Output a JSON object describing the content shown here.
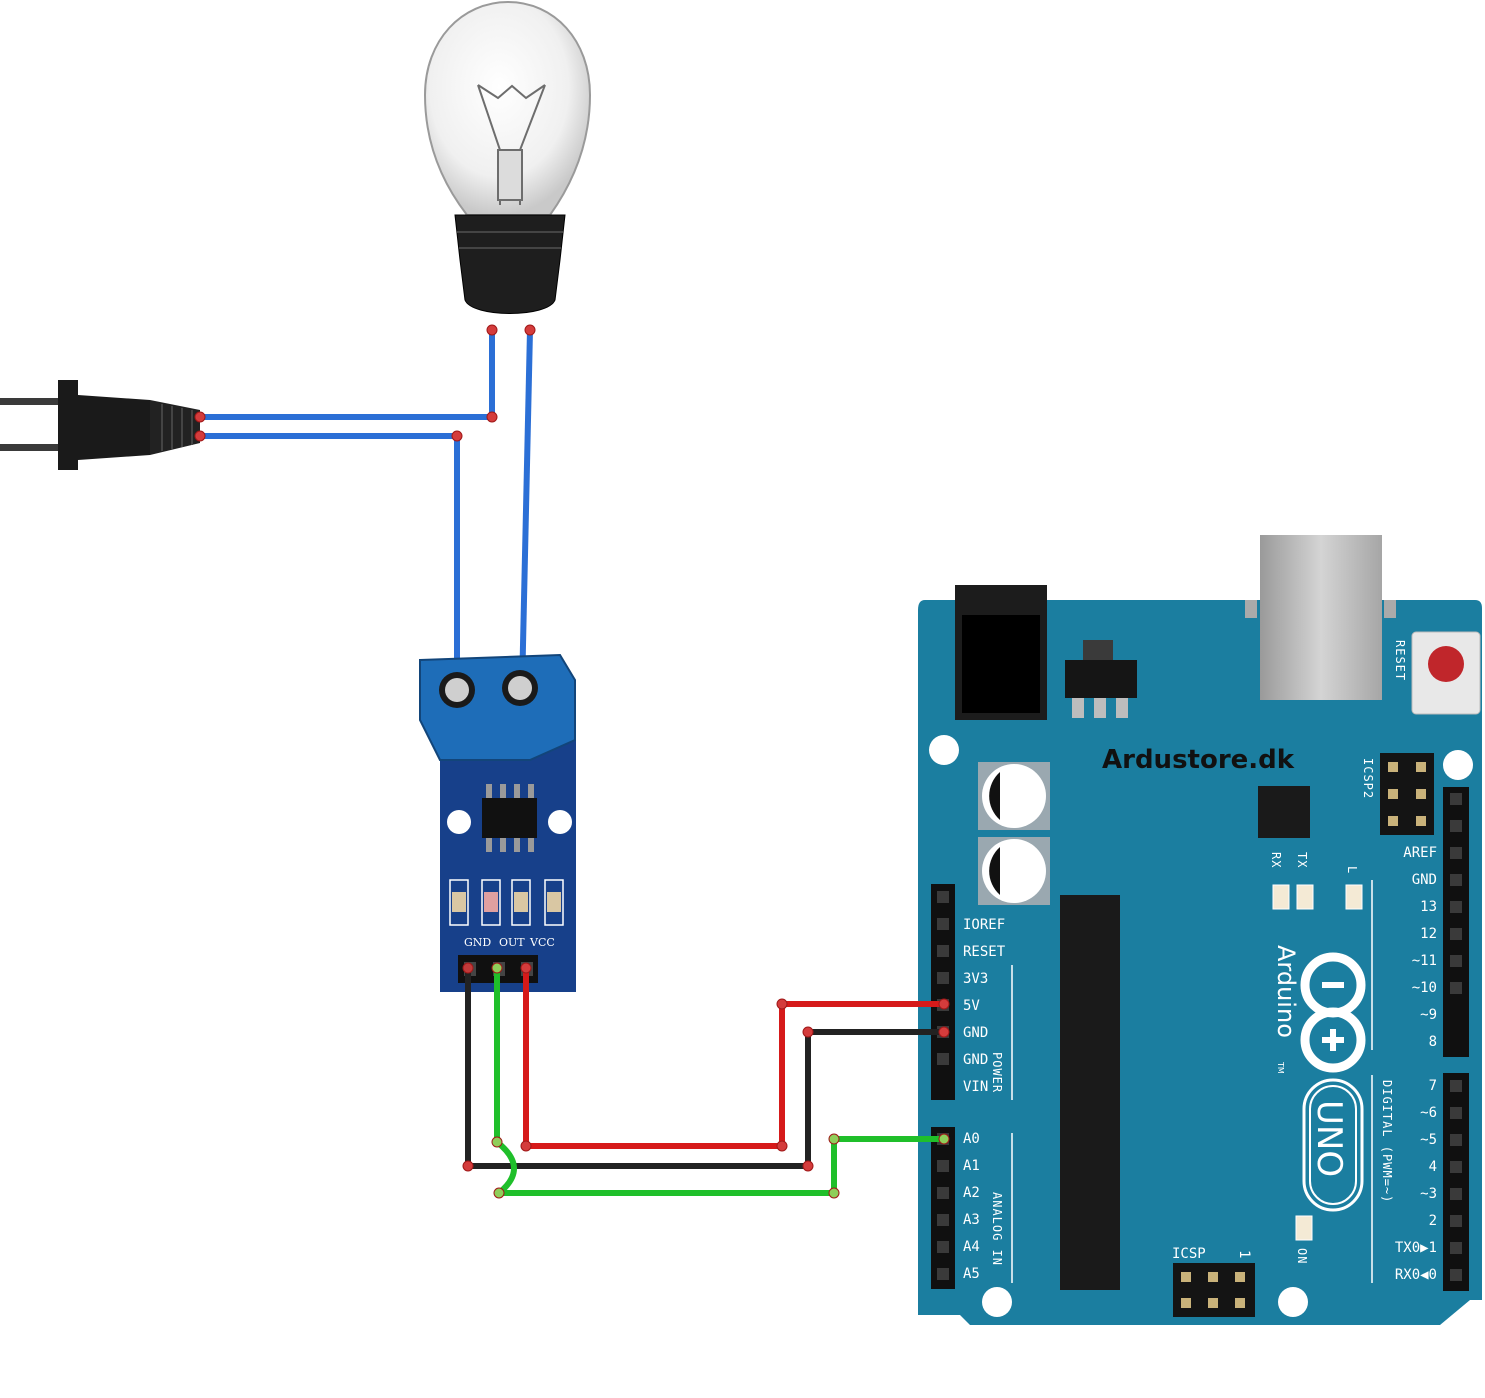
{
  "board": {
    "brand": "Ardustore.dk",
    "reset_label": "RESET",
    "icsp2_label": "ICSP2",
    "icsp_label": "ICSP",
    "icsp_pin1": "1",
    "tx_label": "TX",
    "rx_label": "RX",
    "l_label": "L",
    "on_label": "ON",
    "arduino_label": "Arduino",
    "tm": "TM",
    "uno_label": "UNO",
    "power_label": "POWER",
    "analog_label": "ANALOG IN",
    "digital_label": "DIGITAL (PWM=~)",
    "power_pins": [
      "IOREF",
      "RESET",
      "3V3",
      "5V",
      "GND",
      "GND",
      "VIN"
    ],
    "analog_pins": [
      "A0",
      "A1",
      "A2",
      "A3",
      "A4",
      "A5"
    ],
    "digital_pins_top": [
      "AREF",
      "GND",
      "13",
      "12",
      "~11",
      "~10",
      "~9",
      "8"
    ],
    "digital_pins_bottom": [
      "7",
      "~6",
      "~5",
      "4",
      "~3",
      "2",
      "TX0▶1",
      "RX0◀0"
    ]
  },
  "sensor_module": {
    "pins": [
      "GND",
      "OUT",
      "VCC"
    ]
  },
  "colors": {
    "board": "#1b7ea0",
    "ac_wire": "#2b6fd6",
    "wire_red": "#d61a1a",
    "wire_black": "#222222",
    "wire_green": "#1fbf2a",
    "terminal_block": "#1e6db8",
    "module_pcb": "#17408a"
  }
}
